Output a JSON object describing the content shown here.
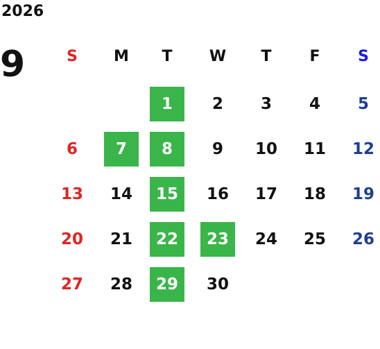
{
  "calendar": {
    "year": "2026",
    "month": "9",
    "weekdays": [
      "S",
      "M",
      "T",
      "W",
      "T",
      "F",
      "S"
    ],
    "first_weekday": 2,
    "days_in_month": 30,
    "highlighted_days": [
      1,
      7,
      8,
      15,
      22,
      23,
      29
    ]
  },
  "colors": {
    "highlight": "#3ab54a",
    "sunday": "#e02424",
    "saturday": "#1f3f93",
    "saturday_header": "#1a1ae6",
    "text": "#111111"
  }
}
